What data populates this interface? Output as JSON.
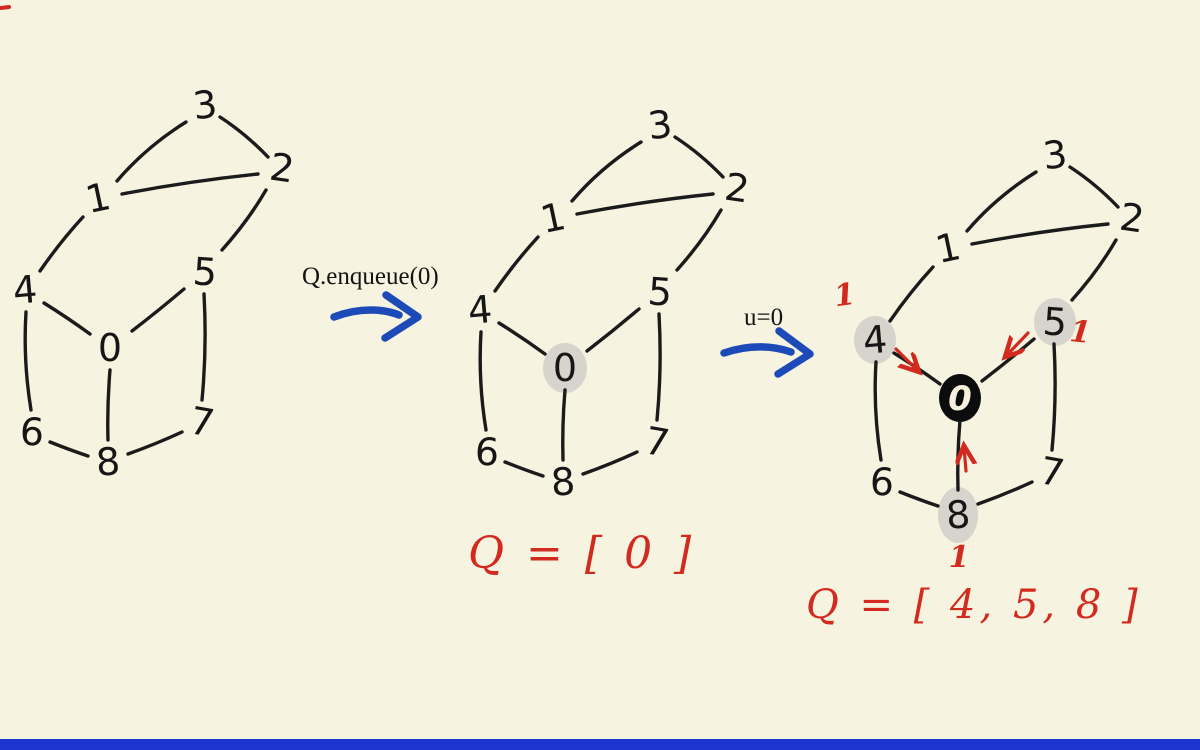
{
  "title": "Hand-drawn BFS traversal steps on a graph",
  "canvas": {
    "background": "#f7f3e1",
    "ink_color": "#1b1b1b",
    "red_color": "#d22a1e",
    "blue_arrow_color": "#1c4ab8",
    "highlight_gray": "#d6d4cc",
    "visited_black": "#0c0c0c",
    "bottom_bar_color": "#1e34cf"
  },
  "node_labels": {
    "0": "0",
    "1": "1",
    "2": "2",
    "3": "3",
    "4": "4",
    "5": "5",
    "6": "6",
    "7": "7",
    "8": "8"
  },
  "graph": {
    "nodes": [
      "0",
      "1",
      "2",
      "3",
      "4",
      "5",
      "6",
      "7",
      "8"
    ],
    "edges": [
      [
        "1",
        "3"
      ],
      [
        "3",
        "2"
      ],
      [
        "1",
        "2"
      ],
      [
        "2",
        "5"
      ],
      [
        "1",
        "4"
      ],
      [
        "4",
        "0"
      ],
      [
        "5",
        "0"
      ],
      [
        "4",
        "6"
      ],
      [
        "5",
        "7"
      ],
      [
        "0",
        "8"
      ],
      [
        "6",
        "8"
      ],
      [
        "8",
        "7"
      ]
    ]
  },
  "steps": {
    "enqueue_label": "Q.enqueue(0)",
    "u_label": "u=0"
  },
  "queues": {
    "after_enqueue": "Q = [ 0 ]",
    "after_u0": "Q = [ 4, 5, 8 ]"
  },
  "distances": {
    "node4": "1",
    "node5": "1",
    "node8": "1"
  },
  "panels": [
    {
      "name": "initial-graph",
      "highlighted": [],
      "visited": []
    },
    {
      "name": "after-enqueue-0",
      "highlighted": [
        "0"
      ],
      "visited": []
    },
    {
      "name": "after-processing-0",
      "highlighted": [
        "4",
        "5",
        "8"
      ],
      "visited": [
        "0"
      ]
    }
  ]
}
